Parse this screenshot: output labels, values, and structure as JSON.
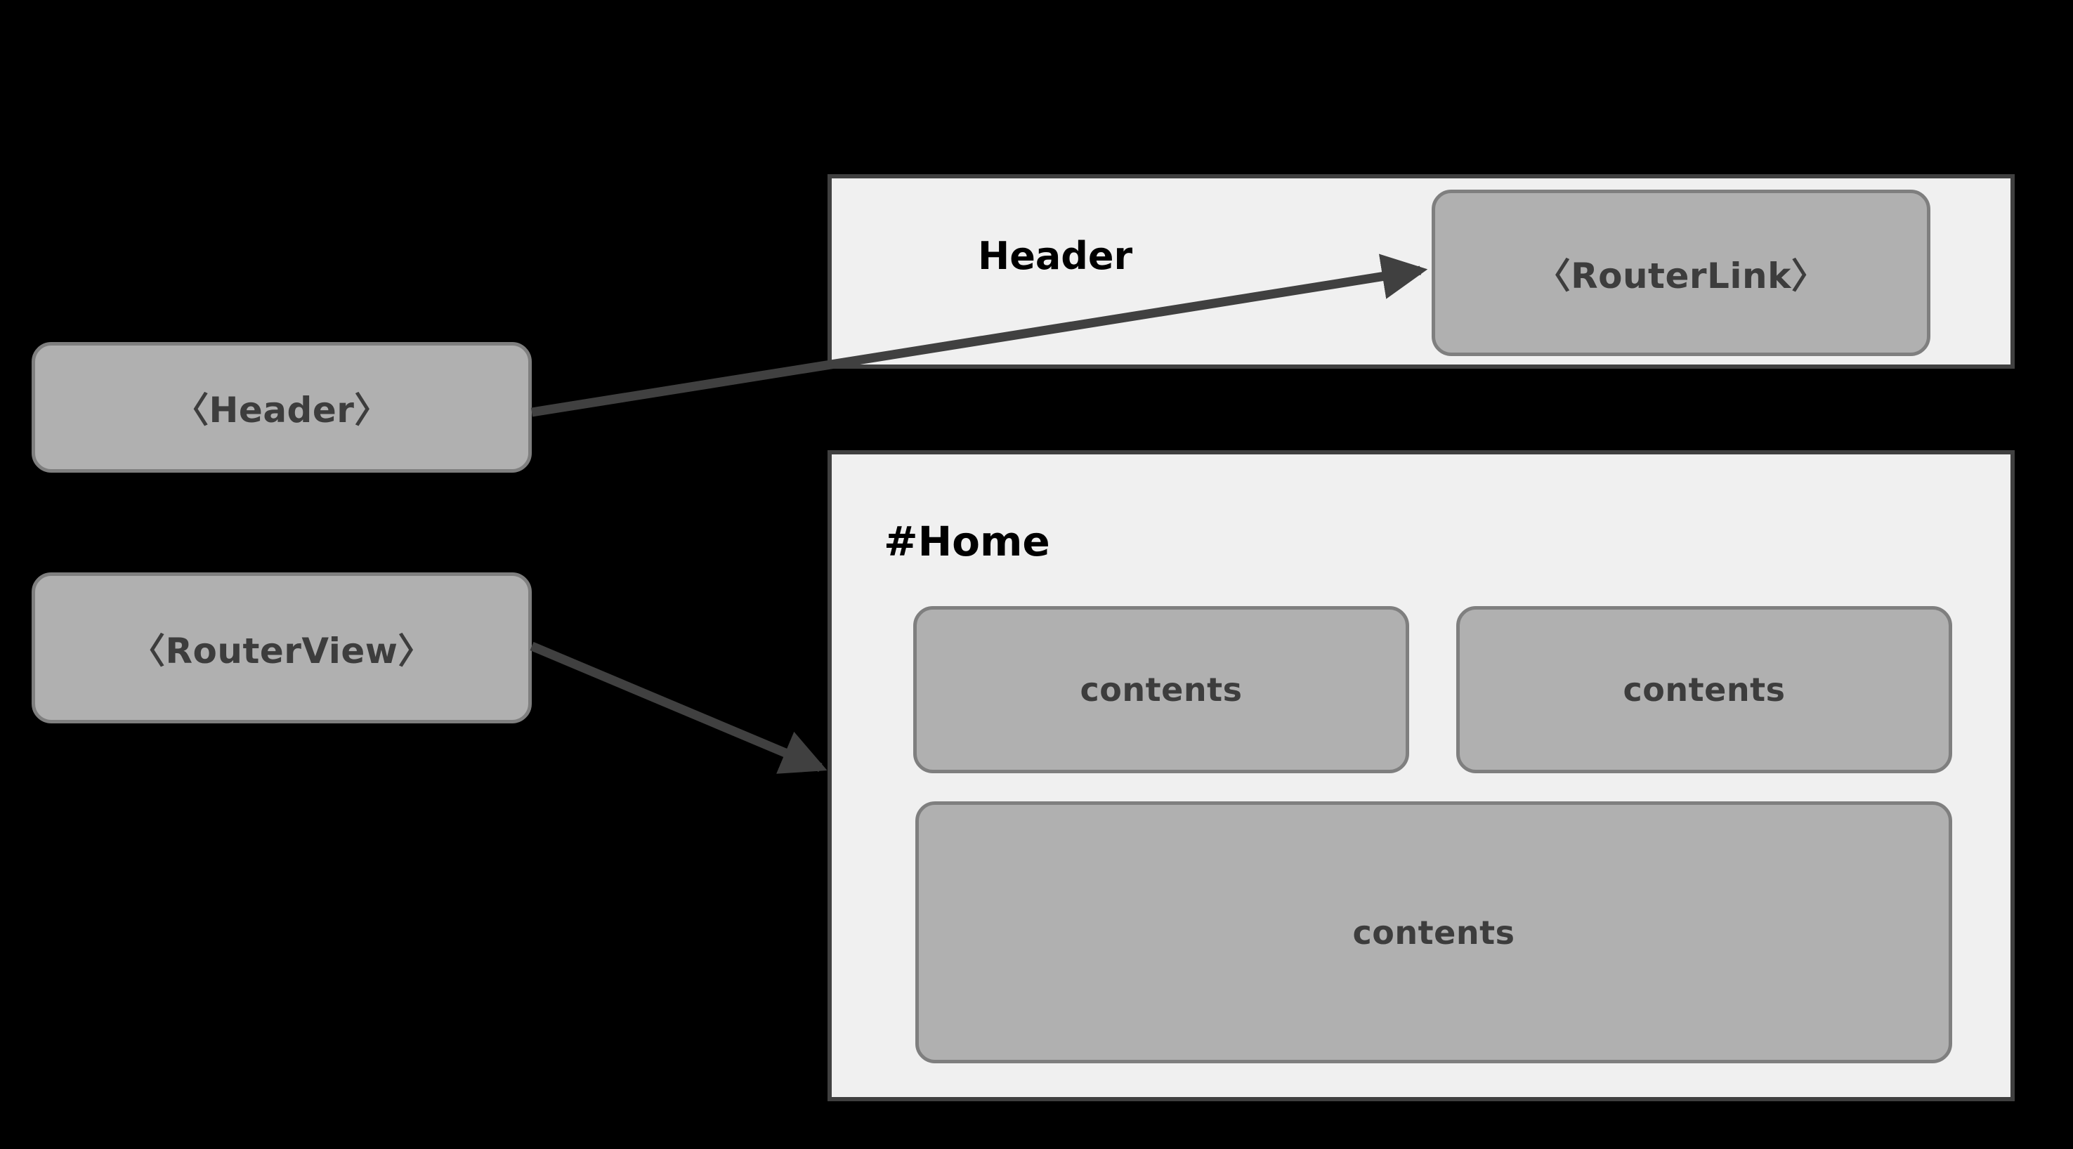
{
  "diagram": {
    "title": "Vue Router component layout diagram",
    "background_color": "#000000",
    "node_fill": "#b0b0b0",
    "node_border": "#7f7f7f",
    "panel_fill": "#f0f0f0",
    "panel_border": "#404040",
    "arrow_color": "#404040",
    "node_text_color": "#3d3d3d",
    "label_text_color": "#000000"
  },
  "left_nodes": [
    {
      "id": "header",
      "label": "〈Header〉"
    },
    {
      "id": "routerview",
      "label": "〈RouterView〉"
    }
  ],
  "panels": [
    {
      "id": "header-panel",
      "label": "Header",
      "children": [
        {
          "id": "routerlink",
          "label": "〈RouterLink〉"
        }
      ]
    },
    {
      "id": "home-panel",
      "label": "#Home",
      "children": [
        {
          "id": "contents-1",
          "label": "contents"
        },
        {
          "id": "contents-2",
          "label": "contents"
        },
        {
          "id": "contents-3",
          "label": "contents"
        }
      ]
    }
  ],
  "arrows": [
    {
      "id": "header-to-routerlink",
      "from": "〈Header〉",
      "to": "〈RouterLink〉"
    },
    {
      "id": "routerview-to-home",
      "from": "〈RouterView〉",
      "to": "#Home"
    }
  ]
}
